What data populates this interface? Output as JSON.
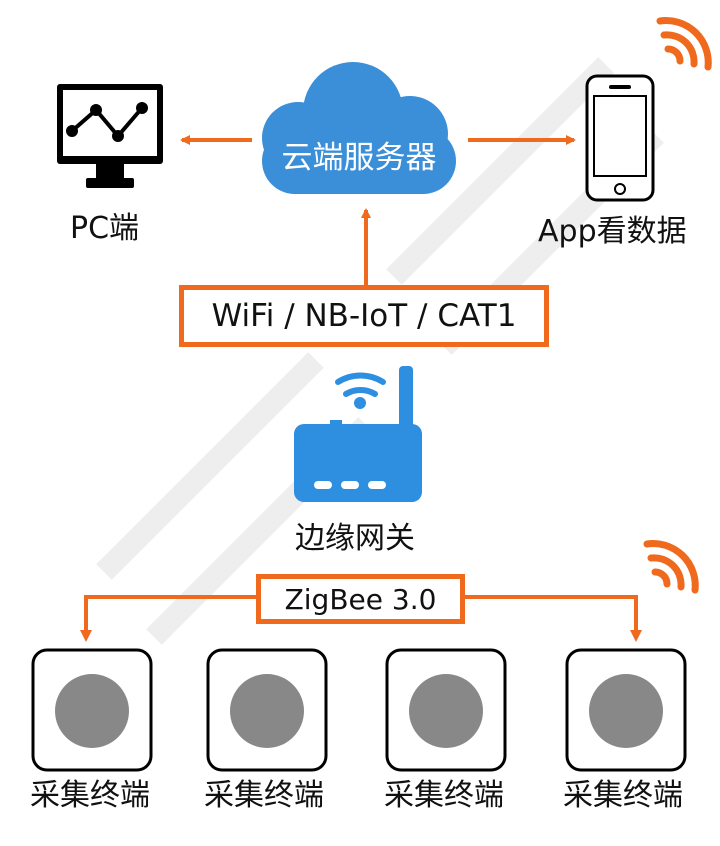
{
  "nodes": {
    "pc_label": "PC端",
    "cloud_label": "云端服务器",
    "app_label": "App看数据",
    "gateway_label": "边缘网关",
    "terminal_labels": [
      "采集终端",
      "采集终端",
      "采集终端",
      "采集终端"
    ]
  },
  "protocols": {
    "uplink": "WiFi / NB-IoT / CAT1",
    "downlink": "ZigBee 3.0"
  },
  "colors": {
    "accent": "#ef6a1c",
    "cloud": "#3a8fd8",
    "gateway": "#2e8fe0",
    "terminal_dot": "#888888"
  }
}
